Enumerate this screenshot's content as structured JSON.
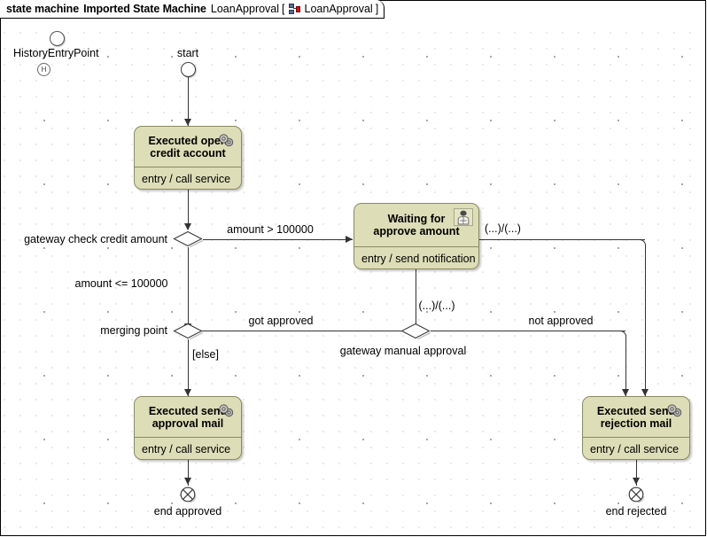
{
  "window": {
    "title_keyword": "state machine",
    "title_name": "Imported State Machine",
    "diagram_name": "LoanApproval",
    "bracket_open": "[",
    "bracket_close": "]",
    "context_name": "LoanApproval",
    "icon": "state-machine-icon"
  },
  "colors": {
    "state_fill": "#ddddb8",
    "state_border": "#8a8a62",
    "line": "#333333",
    "canvas": "#ffffff",
    "grid_dot": "#a9a9b5"
  },
  "diagram": {
    "nodes": {
      "history_entry_point": {
        "label": "HistoryEntryPoint",
        "kind": "entry-point",
        "history_glyph": "H"
      },
      "start": {
        "label": "start",
        "kind": "initial-node"
      },
      "open_credit_account": {
        "title": "Executed open credit account",
        "title_line1": "Executed open",
        "title_line2": "credit account",
        "body": "entry / call service",
        "icon": "service-gear-icon"
      },
      "waiting_for_approve_amount": {
        "title": "Waiting for approve amount",
        "title_line1": "Waiting for",
        "title_line2": "approve amount",
        "body": "entry / send notification",
        "icon": "person-user-task-icon"
      },
      "gateway_check_credit_amount": {
        "label": "gateway check credit amount",
        "kind": "choice-diamond"
      },
      "merging_point": {
        "label": "merging point",
        "kind": "merge-diamond"
      },
      "gateway_manual_approval": {
        "label": "gateway manual approval",
        "kind": "choice-diamond"
      },
      "send_approval_mail": {
        "title": "Executed send approval mail",
        "title_line1": "Executed send",
        "title_line2": "approval mail",
        "body": "entry / call service",
        "icon": "service-gear-icon"
      },
      "send_rejection_mail": {
        "title": "Executed send rejection mail",
        "title_line1": "Executed send",
        "title_line2": "rejection mail",
        "body": "entry / call service",
        "icon": "service-gear-icon"
      },
      "end_approved": {
        "label": "end approved",
        "kind": "terminate-node"
      },
      "end_rejected": {
        "label": "end rejected",
        "kind": "terminate-node"
      }
    },
    "transitions": [
      {
        "id": "t_amount_gt",
        "label": "amount > 100000",
        "from": "gateway_check_credit_amount",
        "to": "waiting_for_approve_amount"
      },
      {
        "id": "t_amount_lte",
        "label": "amount <= 100000",
        "from": "gateway_check_credit_amount",
        "to": "merging_point"
      },
      {
        "id": "t_waiting_right",
        "label": "(...)/(...)",
        "from": "waiting_for_approve_amount",
        "to": "send_rejection_mail"
      },
      {
        "id": "t_waiting_down",
        "label": "(...)/(...)",
        "from": "waiting_for_approve_amount",
        "to": "gateway_manual_approval"
      },
      {
        "id": "t_got_approved",
        "label": "got approved",
        "from": "gateway_manual_approval",
        "to": "merging_point"
      },
      {
        "id": "t_not_approved",
        "label": "not approved",
        "from": "gateway_manual_approval",
        "to": "send_rejection_mail"
      },
      {
        "id": "t_else",
        "label": "[else]",
        "from": "merging_point",
        "to": "send_approval_mail"
      }
    ]
  }
}
